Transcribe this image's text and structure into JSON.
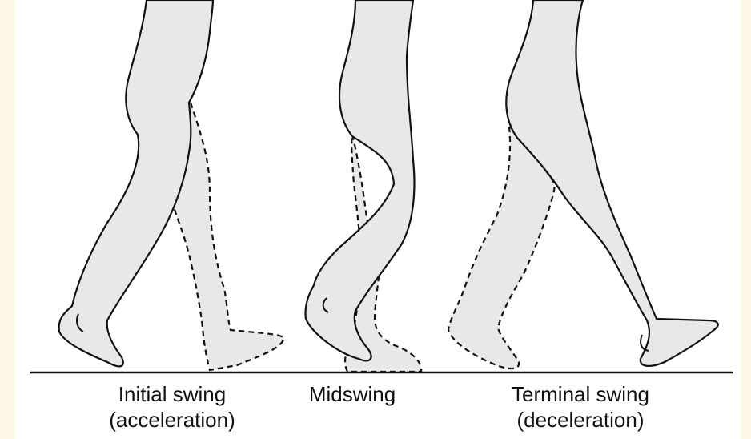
{
  "phases": [
    {
      "line1": "Initial swing",
      "line2": "(acceleration)"
    },
    {
      "line1": "Midswing",
      "line2": ""
    },
    {
      "line1": "Terminal swing",
      "line2": "(deceleration)"
    }
  ],
  "colors": {
    "leg_fill": "#e8e8e8",
    "outline": "#111111",
    "background": "#ffffff",
    "border": "#fdf8e6"
  }
}
